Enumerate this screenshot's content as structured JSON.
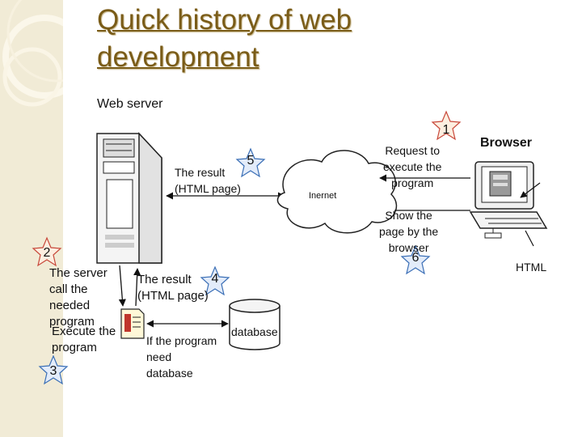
{
  "slide": {
    "title_line1": "Quick history of web",
    "title_line2": "development"
  },
  "labels": {
    "web_server": "Web server",
    "browser": "Browser",
    "internet": "Inernet",
    "html": "HTML",
    "database": "database"
  },
  "steps": {
    "s1": {
      "number": "1",
      "text_1": "Request to",
      "text_2": "execute the",
      "text_3": "program"
    },
    "s2": {
      "number": "2",
      "text_1": "The server",
      "text_2": "call the",
      "text_3": "needed",
      "text_4": "program"
    },
    "s3": {
      "number": "3",
      "text_1": "Execute the",
      "text_2": "program"
    },
    "s4": {
      "number": "4",
      "text_1": "The result",
      "text_2": "(HTML page)"
    },
    "s5": {
      "number": "5",
      "text_1": "The result",
      "text_2": "(HTML page)"
    },
    "s6": {
      "number": "6",
      "text_1": "Show the",
      "text_2": "page by the",
      "text_3": "browser"
    },
    "db_note": {
      "text_1": "If the program",
      "text_2": "need",
      "text_3": "database"
    }
  },
  "colors": {
    "title": "#7a5c18",
    "sidebar": "#f1ebd6",
    "star_fill": "#fdeee0",
    "star_stroke": "#c8483a",
    "star_blue_fill": "#e3ecfa",
    "star_blue_stroke": "#3b6fb6"
  }
}
